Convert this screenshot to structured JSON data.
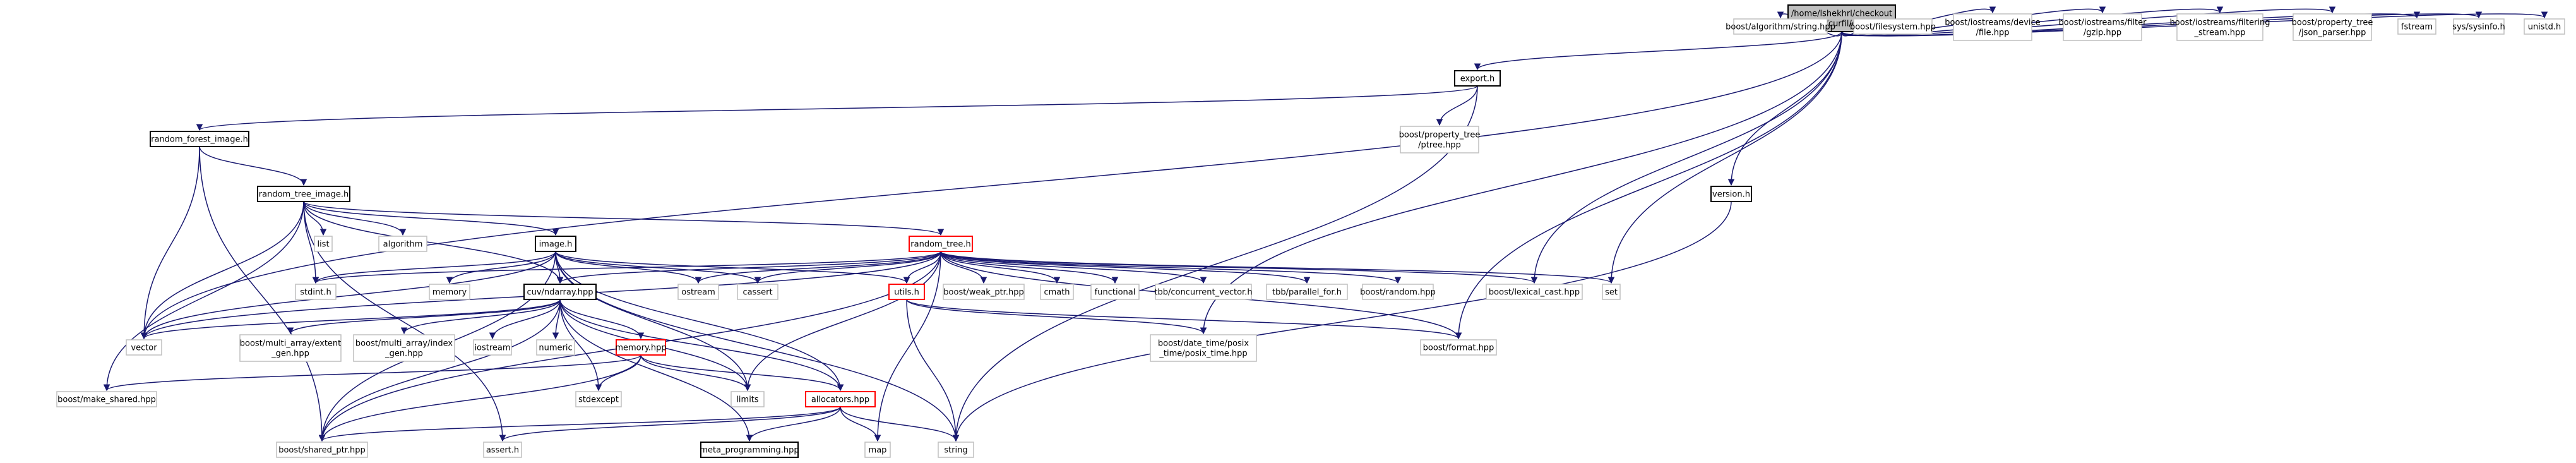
{
  "diagram": {
    "type": "include-dependency-graph",
    "colors": {
      "edge": "#191970",
      "node_border_grey": "#bfbfbf",
      "node_border_red": "#ff0000",
      "node_border_black": "#000000",
      "root_fill": "#bfbfbf"
    },
    "nodes": {
      "root": [
        "/home/lshekhrl/checkout",
        "/curfil/src/curfil/export.cpp"
      ],
      "export_h": [
        "export.h"
      ],
      "boost_algorithm_string": [
        "boost/algorithm/string.hpp"
      ],
      "boost_filesystem": [
        "boost/filesystem.hpp"
      ],
      "boost_iostreams_device_file": [
        "boost/iostreams/device",
        "/file.hpp"
      ],
      "boost_iostreams_filter_gzip": [
        "boost/iostreams/filter",
        "/gzip.hpp"
      ],
      "boost_iostreams_filtering_stream": [
        "boost/iostreams/filtering",
        "_stream.hpp"
      ],
      "boost_property_tree_json_parser": [
        "boost/property_tree",
        "/json_parser.hpp"
      ],
      "fstream": [
        "fstream"
      ],
      "sys_sysinfo": [
        "sys/sysinfo.h"
      ],
      "unistd": [
        "unistd.h"
      ],
      "random_forest_image": [
        "random_forest_image.h"
      ],
      "boost_property_tree_ptree": [
        "boost/property_tree",
        "/ptree.hpp"
      ],
      "version_h": [
        "version.h"
      ],
      "random_tree_image": [
        "random_tree_image.h"
      ],
      "list": [
        "list"
      ],
      "algorithm": [
        "algorithm"
      ],
      "image_h": [
        "image.h"
      ],
      "random_tree": [
        "random_tree.h"
      ],
      "stdint": [
        "stdint.h"
      ],
      "memory": [
        "memory"
      ],
      "ostream": [
        "ostream"
      ],
      "cassert": [
        "cassert"
      ],
      "utils_h": [
        "utils.h"
      ],
      "boost_weak_ptr": [
        "boost/weak_ptr.hpp"
      ],
      "cmath": [
        "cmath"
      ],
      "functional": [
        "functional"
      ],
      "tbb_concurrent_vector": [
        "tbb/concurrent_vector.h"
      ],
      "tbb_parallel_for": [
        "tbb/parallel_for.h"
      ],
      "boost_random": [
        "boost/random.hpp"
      ],
      "boost_lexical_cast": [
        "boost/lexical_cast.hpp"
      ],
      "set": [
        "set"
      ],
      "cuv_ndarray": [
        "cuv/ndarray.hpp"
      ],
      "vector": [
        "vector"
      ],
      "boost_multi_array_extent": [
        "boost/multi_array/extent",
        "_gen.hpp"
      ],
      "boost_multi_array_index": [
        "boost/multi_array/index",
        "_gen.hpp"
      ],
      "iostream": [
        "iostream"
      ],
      "numeric": [
        "numeric"
      ],
      "memory_hpp": [
        "memory.hpp"
      ],
      "boost_date_time": [
        "boost/date_time/posix",
        "_time/posix_time.hpp"
      ],
      "boost_format": [
        "boost/format.hpp"
      ],
      "boost_make_shared": [
        "boost/make_shared.hpp"
      ],
      "stdexcept": [
        "stdexcept"
      ],
      "limits": [
        "limits"
      ],
      "allocators": [
        "allocators.hpp"
      ],
      "boost_shared_ptr": [
        "boost/shared_ptr.hpp"
      ],
      "assert_h": [
        "assert.h"
      ],
      "meta_programming": [
        "meta_programming.hpp"
      ],
      "map": [
        "map"
      ],
      "string": [
        "string"
      ]
    }
  }
}
